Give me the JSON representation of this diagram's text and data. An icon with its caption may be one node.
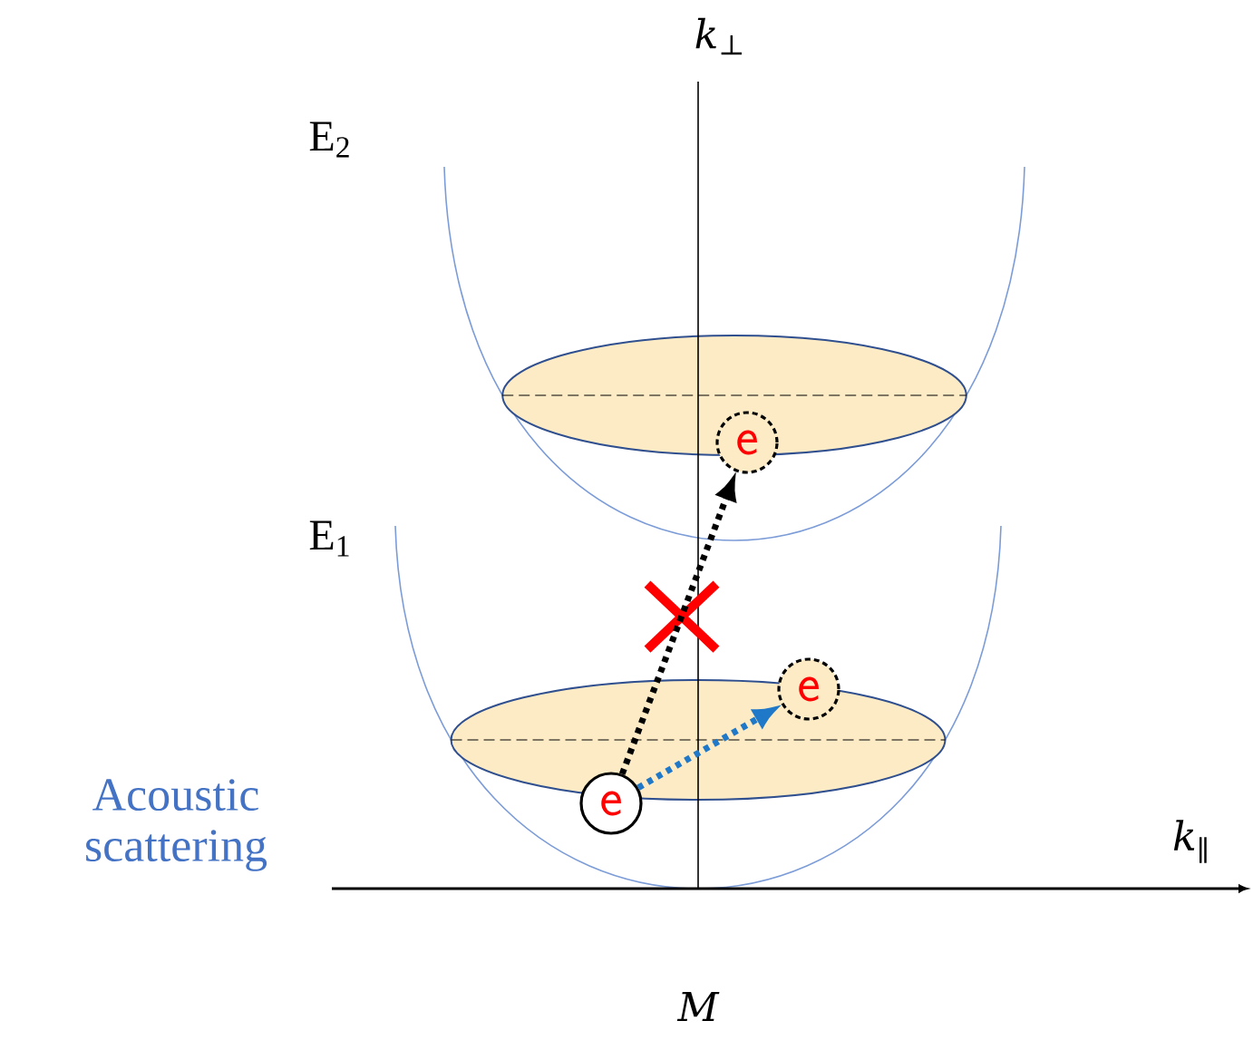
{
  "diagram": {
    "nodes": [
      {
        "text": [
          "e"
        ]
      },
      {
        "text": [
          "e"
        ]
      },
      {
        "text": [
          "e"
        ]
      }
    ],
    "edges": [
      {
        "from": 0,
        "to": 1,
        "arrow": "to",
        "style": "dashed",
        "color": "#000000"
      },
      {
        "from": 0,
        "to": 2,
        "arrow": "to",
        "style": "dashed",
        "color": "#1f78c8"
      }
    ],
    "labels": [
      "*k*$_{⊥}$",
      "E$_{2}$",
      "E$_{1}$",
      "Acoustic scattering",
      "*k*$_{∥}$",
      "M"
    ]
  }
}
